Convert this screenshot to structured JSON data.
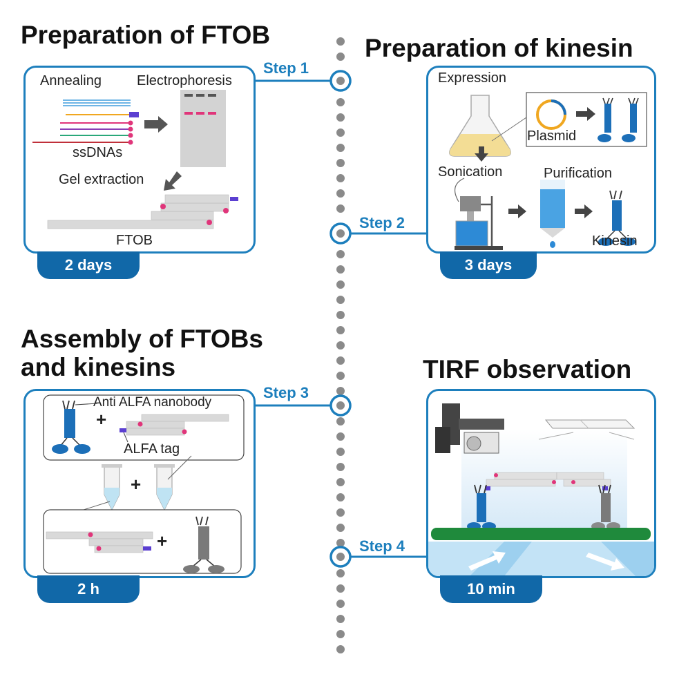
{
  "sections": [
    {
      "title": "Preparation of FTOB",
      "duration": "2 days",
      "step": "Step 1"
    },
    {
      "title": "Preparation of kinesin",
      "duration": "3 days",
      "step": "Step 2"
    },
    {
      "title_line1": "Assembly of FTOBs",
      "title_line2": "and kinesins",
      "duration": "2 h",
      "step": "Step 3"
    },
    {
      "title": "TIRF observation",
      "duration": "10 min",
      "step": "Step 4"
    }
  ],
  "ftob_panel": {
    "annealing": "Annealing",
    "electrophoresis": "Electrophoresis",
    "ssdnas": "ssDNAs",
    "gel_extraction": "Gel extraction",
    "ftob": "FTOB"
  },
  "kinesin_panel": {
    "expression": "Expression",
    "plasmid": "Plasmid",
    "sonication": "Sonication",
    "purification": "Purification",
    "kinesin": "Kinesin"
  },
  "assembly_panel": {
    "nanobody": "Anti ALFA nanobody",
    "alfa_tag": "ALFA tag",
    "plus": "+"
  },
  "colors": {
    "accent": "#1d7fbd",
    "badge": "#1168a8",
    "kinesin_blue": "#1c6fb8",
    "kinesin_gray": "#7a7a7a",
    "microtubule": "#1f8a3c",
    "marker_pink": "#e0357a",
    "alfa_purple": "#5b3fd1",
    "timeline_dot": "#8a8a8a"
  }
}
